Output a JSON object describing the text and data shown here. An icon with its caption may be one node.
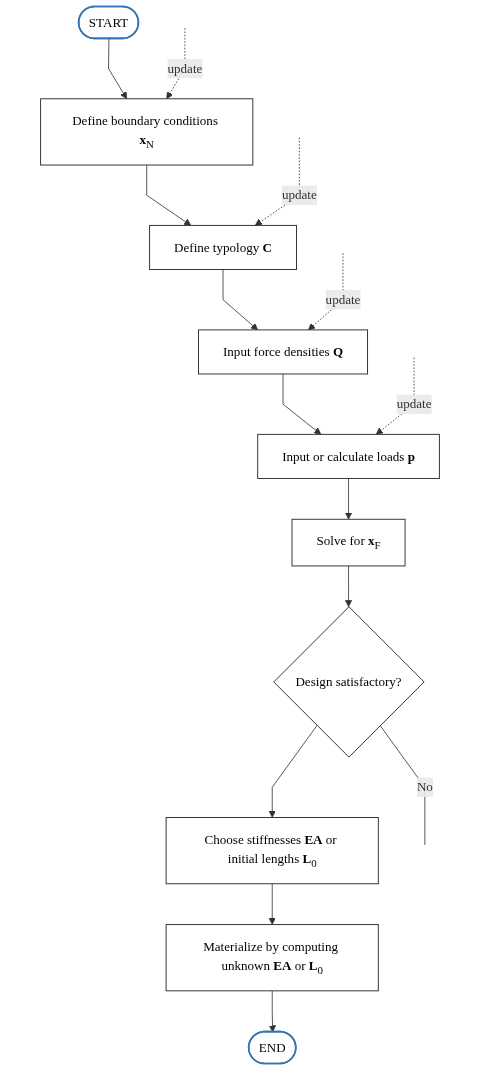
{
  "diagram": {
    "nodes": [
      {
        "text": [
          "START"
        ]
      },
      {
        "text": [
          "Define boundary conditions **x**$_{N}$"
        ]
      },
      {
        "text": [
          "Define typology **C**"
        ]
      },
      {
        "text": [
          "Input force densities **Q**"
        ]
      },
      {
        "text": [
          "Input or calculate loads **p**"
        ]
      },
      {
        "text": [
          "Solve for **x**$_{F}$"
        ]
      },
      {
        "text": [
          "Design satisfactory?"
        ]
      },
      {
        "text": [
          "Choose stiffnesses **EA** or initial lengths **L**$_{0}$"
        ]
      },
      {
        "text": [
          "Materialize by computing unknown **EA** or **L**$_{0}$"
        ]
      },
      {
        "text": [
          "END"
        ]
      }
    ],
    "edges": [
      {
        "from": 0,
        "to": 1,
        "arrow": "to"
      },
      {
        "from": 1,
        "to": 2,
        "arrow": "to"
      },
      {
        "from": 2,
        "to": 3,
        "arrow": "to"
      },
      {
        "from": 3,
        "to": 4,
        "arrow": "to"
      },
      {
        "from": 4,
        "to": 5,
        "arrow": "to"
      },
      {
        "from": 5,
        "to": 6,
        "arrow": "to"
      },
      {
        "from": 6,
        "to": 7,
        "arrow": "to"
      },
      {
        "from": 7,
        "to": 8,
        "arrow": "to"
      },
      {
        "from": 8,
        "to": 9,
        "arrow": "to"
      },
      {
        "from": null,
        "to": 1,
        "arrow": "to",
        "label": "update",
        "style": "dashed"
      },
      {
        "from": null,
        "to": 2,
        "arrow": "to",
        "label": "update",
        "style": "dashed"
      },
      {
        "from": null,
        "to": 3,
        "arrow": "to",
        "label": "update",
        "style": "dashed"
      },
      {
        "from": null,
        "to": 4,
        "arrow": "to",
        "label": "update",
        "style": "dashed"
      },
      {
        "from": 6,
        "to": null,
        "arrow": "none",
        "label": "No"
      }
    ]
  }
}
